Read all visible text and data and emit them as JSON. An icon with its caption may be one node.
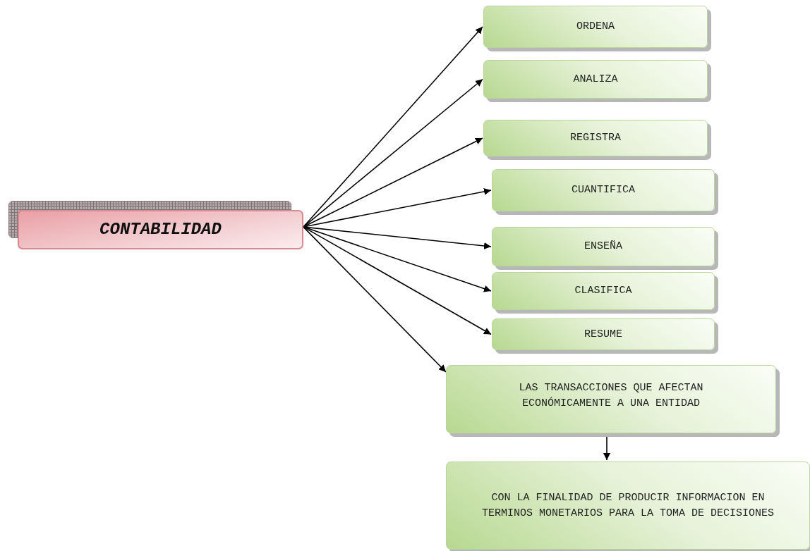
{
  "diagram": {
    "nodes": [
      {
        "text": [
          "CONTABILIDAD"
        ]
      },
      {
        "text": [
          "ORDENA"
        ]
      },
      {
        "text": [
          "ANALIZA"
        ]
      },
      {
        "text": [
          "REGISTRA"
        ]
      },
      {
        "text": [
          "CUANTIFICA"
        ]
      },
      {
        "text": [
          "ENSEÑA"
        ]
      },
      {
        "text": [
          "CLASIFICA"
        ]
      },
      {
        "text": [
          "RESUME"
        ]
      },
      {
        "text": [
          "LAS TRANSACCIONES QUE AFECTAN ECONÓMICAMENTE A UNA ENTIDAD"
        ]
      },
      {
        "text": [
          "CON LA FINALIDAD DE PRODUCIR INFORMACION EN TERMINOS MONETARIOS PARA LA TOMA DE DECISIONES"
        ]
      }
    ],
    "edges": [
      {
        "from": 0,
        "to": 1,
        "arrow": "to"
      },
      {
        "from": 0,
        "to": 2,
        "arrow": "to"
      },
      {
        "from": 0,
        "to": 3,
        "arrow": "to"
      },
      {
        "from": 0,
        "to": 4,
        "arrow": "to"
      },
      {
        "from": 0,
        "to": 5,
        "arrow": "to"
      },
      {
        "from": 0,
        "to": 6,
        "arrow": "to"
      },
      {
        "from": 0,
        "to": 7,
        "arrow": "to"
      },
      {
        "from": 0,
        "to": 8,
        "arrow": "to"
      },
      {
        "from": 8,
        "to": 9,
        "arrow": "to"
      }
    ]
  }
}
